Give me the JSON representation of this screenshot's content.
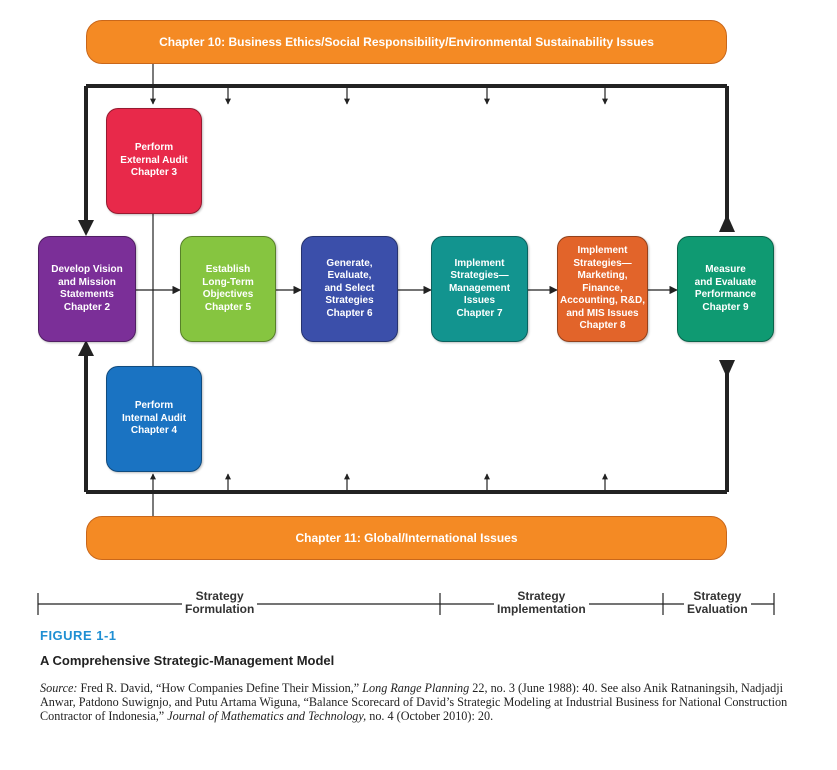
{
  "banners": {
    "top": "Chapter 10: Business Ethics/Social Responsibility/Environmental Sustainability Issues",
    "bottom": "Chapter 11:  Global/International Issues"
  },
  "boxes": {
    "external_audit": "Perform\nExternal Audit\nChapter 3",
    "vision_mission": "Develop Vision\nand Mission\nStatements\nChapter 2",
    "internal_audit": "Perform\nInternal Audit\nChapter 4",
    "objectives": "Establish\nLong-Term\nObjectives\nChapter 5",
    "generate_strategies": "Generate,\nEvaluate,\nand Select\nStrategies\nChapter 6",
    "implement_management": "Implement\nStrategies—\nManagement\nIssues\nChapter 7",
    "implement_marketing": "Implement\nStrategies—\nMarketing,\nFinance,\nAccounting, R&D,\nand MIS Issues\nChapter 8",
    "measure_evaluate": "Measure\nand Evaluate\nPerformance\nChapter 9"
  },
  "colors": {
    "banner": "#f48a24",
    "external_audit": "#e8294a",
    "vision_mission": "#7b2f98",
    "internal_audit": "#1a73c2",
    "objectives": "#86c540",
    "generate_strategies": "#3b4faa",
    "implement_management": "#12948f",
    "implement_marketing": "#e2642a",
    "measure_evaluate": "#0f9a72",
    "figure_number": "#1f8fd3"
  },
  "phases": {
    "formulation": "Strategy\nFormulation",
    "implementation": "Strategy\nImplementation",
    "evaluation": "Strategy\nEvaluation"
  },
  "figure": {
    "number": "FIGURE 1-1",
    "title": "A Comprehensive Strategic-Management Model",
    "source_label": "Source:",
    "source_text_1": " Fred R. David, “How Companies Define Their Mission,” ",
    "source_journal_1": "Long Range Planning",
    "source_text_2": " 22, no. 3 (June 1988): 40. See also Anik Ratnaningsih, Nadjadji Anwar, Patdono Suwignjo, and Putu Artama Wiguna, “Balance Scorecard of David’s Strategic Modeling at Industrial Business for National Construction Contractor of Indonesia,” ",
    "source_journal_2": "Journal of Mathematics and Technology,",
    "source_text_3": " no. 4 (October 2010): 20."
  }
}
